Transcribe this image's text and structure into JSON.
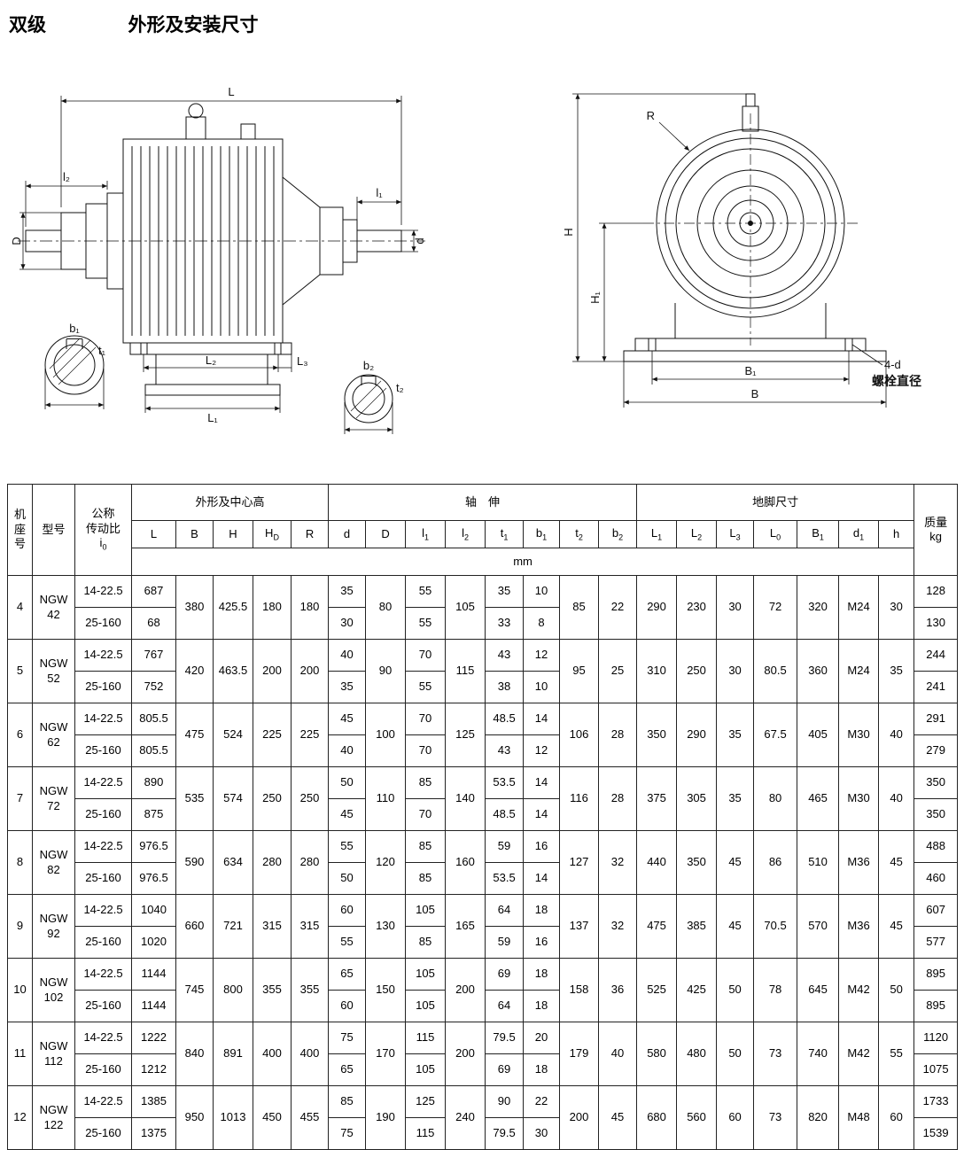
{
  "title": {
    "left": "双级",
    "right": "外形及安装尺寸"
  },
  "figures": {
    "side_view": {
      "L": "L",
      "l2": "l₂",
      "l1": "l₁",
      "D": "D",
      "d": "d",
      "L1": "L₁",
      "L2": "L₂",
      "L3": "L₃",
      "b1": "b₁",
      "t1": "t₁",
      "b2": "b₂",
      "t2": "t₂"
    },
    "front_view": {
      "R": "R",
      "H": "H",
      "H1": "H₁",
      "B1": "B₁",
      "B": "B",
      "bolt_callout": "4-d",
      "bolt_label": "螺栓直径"
    }
  },
  "table": {
    "header": {
      "frame": "机座号",
      "model": "型号",
      "ratio_line1": "公称",
      "ratio_line2": "传动比",
      "ratio_symbol": "i",
      "ratio_symbol_sub": "0",
      "group_outline": "外形及中心高",
      "group_shaft": "轴　伸",
      "group_foundation": "地脚尺寸",
      "mass": "质量",
      "mass_unit": "kg",
      "unit": "mm",
      "cols": [
        {
          "base": "L"
        },
        {
          "base": "B"
        },
        {
          "base": "H"
        },
        {
          "base": "H",
          "sub": "D"
        },
        {
          "base": "R"
        },
        {
          "base": "d"
        },
        {
          "base": "D"
        },
        {
          "base": "l",
          "sub": "1"
        },
        {
          "base": "l",
          "sub": "2"
        },
        {
          "base": "t",
          "sub": "1"
        },
        {
          "base": "b",
          "sub": "1"
        },
        {
          "base": "t",
          "sub": "2"
        },
        {
          "base": "b",
          "sub": "2"
        },
        {
          "base": "L",
          "sub": "1"
        },
        {
          "base": "L",
          "sub": "2"
        },
        {
          "base": "L",
          "sub": "3"
        },
        {
          "base": "L",
          "sub": "0"
        },
        {
          "base": "B",
          "sub": "1"
        },
        {
          "base": "d",
          "sub": "1"
        },
        {
          "base": "h"
        }
      ]
    },
    "rows": [
      {
        "no": "4",
        "model": [
          "NGW",
          "42"
        ],
        "shared": {
          "B": "380",
          "H": "425.5",
          "HD": "180",
          "R": "180",
          "D": "80",
          "l2": "105",
          "t2": "85",
          "b2": "22",
          "L1": "290",
          "L2": "230",
          "L3": "30",
          "L0": "72",
          "B1": "320",
          "d1": "M24",
          "h": "30"
        },
        "sub": [
          {
            "ratio": "14-22.5",
            "L": "687",
            "d": "35",
            "l1": "55",
            "t1": "35",
            "b1": "10",
            "mass": "128"
          },
          {
            "ratio": "25-160",
            "L": "68",
            "d": "30",
            "l1": "55",
            "t1": "33",
            "b1": "8",
            "mass": "130"
          }
        ]
      },
      {
        "no": "5",
        "model": [
          "NGW",
          "52"
        ],
        "shared": {
          "B": "420",
          "H": "463.5",
          "HD": "200",
          "R": "200",
          "D": "90",
          "l2": "115",
          "t2": "95",
          "b2": "25",
          "L1": "310",
          "L2": "250",
          "L3": "30",
          "L0": "80.5",
          "B1": "360",
          "d1": "M24",
          "h": "35"
        },
        "sub": [
          {
            "ratio": "14-22.5",
            "L": "767",
            "d": "40",
            "l1": "70",
            "t1": "43",
            "b1": "12",
            "mass": "244"
          },
          {
            "ratio": "25-160",
            "L": "752",
            "d": "35",
            "l1": "55",
            "t1": "38",
            "b1": "10",
            "mass": "241"
          }
        ]
      },
      {
        "no": "6",
        "model": [
          "NGW",
          "62"
        ],
        "shared": {
          "B": "475",
          "H": "524",
          "HD": "225",
          "R": "225",
          "D": "100",
          "l2": "125",
          "t2": "106",
          "b2": "28",
          "L1": "350",
          "L2": "290",
          "L3": "35",
          "L0": "67.5",
          "B1": "405",
          "d1": "M30",
          "h": "40"
        },
        "sub": [
          {
            "ratio": "14-22.5",
            "L": "805.5",
            "d": "45",
            "l1": "70",
            "t1": "48.5",
            "b1": "14",
            "mass": "291"
          },
          {
            "ratio": "25-160",
            "L": "805.5",
            "d": "40",
            "l1": "70",
            "t1": "43",
            "b1": "12",
            "mass": "279"
          }
        ]
      },
      {
        "no": "7",
        "model": [
          "NGW",
          "72"
        ],
        "shared": {
          "B": "535",
          "H": "574",
          "HD": "250",
          "R": "250",
          "D": "110",
          "l2": "140",
          "t2": "116",
          "b2": "28",
          "L1": "375",
          "L2": "305",
          "L3": "35",
          "L0": "80",
          "B1": "465",
          "d1": "M30",
          "h": "40"
        },
        "sub": [
          {
            "ratio": "14-22.5",
            "L": "890",
            "d": "50",
            "l1": "85",
            "t1": "53.5",
            "b1": "14",
            "mass": "350"
          },
          {
            "ratio": "25-160",
            "L": "875",
            "d": "45",
            "l1": "70",
            "t1": "48.5",
            "b1": "14",
            "mass": "350"
          }
        ]
      },
      {
        "no": "8",
        "model": [
          "NGW",
          "82"
        ],
        "shared": {
          "B": "590",
          "H": "634",
          "HD": "280",
          "R": "280",
          "D": "120",
          "l2": "160",
          "t2": "127",
          "b2": "32",
          "L1": "440",
          "L2": "350",
          "L3": "45",
          "L0": "86",
          "B1": "510",
          "d1": "M36",
          "h": "45"
        },
        "sub": [
          {
            "ratio": "14-22.5",
            "L": "976.5",
            "d": "55",
            "l1": "85",
            "t1": "59",
            "b1": "16",
            "mass": "488"
          },
          {
            "ratio": "25-160",
            "L": "976.5",
            "d": "50",
            "l1": "85",
            "t1": "53.5",
            "b1": "14",
            "mass": "460"
          }
        ]
      },
      {
        "no": "9",
        "model": [
          "NGW",
          "92"
        ],
        "shared": {
          "B": "660",
          "H": "721",
          "HD": "315",
          "R": "315",
          "D": "130",
          "l2": "165",
          "t2": "137",
          "b2": "32",
          "L1": "475",
          "L2": "385",
          "L3": "45",
          "L0": "70.5",
          "B1": "570",
          "d1": "M36",
          "h": "45"
        },
        "sub": [
          {
            "ratio": "14-22.5",
            "L": "1040",
            "d": "60",
            "l1": "105",
            "t1": "64",
            "b1": "18",
            "mass": "607"
          },
          {
            "ratio": "25-160",
            "L": "1020",
            "d": "55",
            "l1": "85",
            "t1": "59",
            "b1": "16",
            "mass": "577"
          }
        ]
      },
      {
        "no": "10",
        "model": [
          "NGW",
          "102"
        ],
        "shared": {
          "B": "745",
          "H": "800",
          "HD": "355",
          "R": "355",
          "D": "150",
          "l2": "200",
          "t2": "158",
          "b2": "36",
          "L1": "525",
          "L2": "425",
          "L3": "50",
          "L0": "78",
          "B1": "645",
          "d1": "M42",
          "h": "50"
        },
        "sub": [
          {
            "ratio": "14-22.5",
            "L": "1144",
            "d": "65",
            "l1": "105",
            "t1": "69",
            "b1": "18",
            "mass": "895"
          },
          {
            "ratio": "25-160",
            "L": "1144",
            "d": "60",
            "l1": "105",
            "t1": "64",
            "b1": "18",
            "mass": "895"
          }
        ]
      },
      {
        "no": "11",
        "model": [
          "NGW",
          "112"
        ],
        "shared": {
          "B": "840",
          "H": "891",
          "HD": "400",
          "R": "400",
          "D": "170",
          "l2": "200",
          "t2": "179",
          "b2": "40",
          "L1": "580",
          "L2": "480",
          "L3": "50",
          "L0": "73",
          "B1": "740",
          "d1": "M42",
          "h": "55"
        },
        "sub": [
          {
            "ratio": "14-22.5",
            "L": "1222",
            "d": "75",
            "l1": "115",
            "t1": "79.5",
            "b1": "20",
            "mass": "1120"
          },
          {
            "ratio": "25-160",
            "L": "1212",
            "d": "65",
            "l1": "105",
            "t1": "69",
            "b1": "18",
            "mass": "1075"
          }
        ]
      },
      {
        "no": "12",
        "model": [
          "NGW",
          "122"
        ],
        "shared": {
          "B": "950",
          "H": "1013",
          "HD": "450",
          "R": "455",
          "D": "190",
          "l2": "240",
          "t2": "200",
          "b2": "45",
          "L1": "680",
          "L2": "560",
          "L3": "60",
          "L0": "73",
          "B1": "820",
          "d1": "M48",
          "h": "60"
        },
        "sub": [
          {
            "ratio": "14-22.5",
            "L": "1385",
            "d": "85",
            "l1": "125",
            "t1": "90",
            "b1": "22",
            "mass": "1733"
          },
          {
            "ratio": "25-160",
            "L": "1375",
            "d": "75",
            "l1": "115",
            "t1": "79.5",
            "b1": "30",
            "mass": "1539"
          }
        ]
      }
    ]
  }
}
